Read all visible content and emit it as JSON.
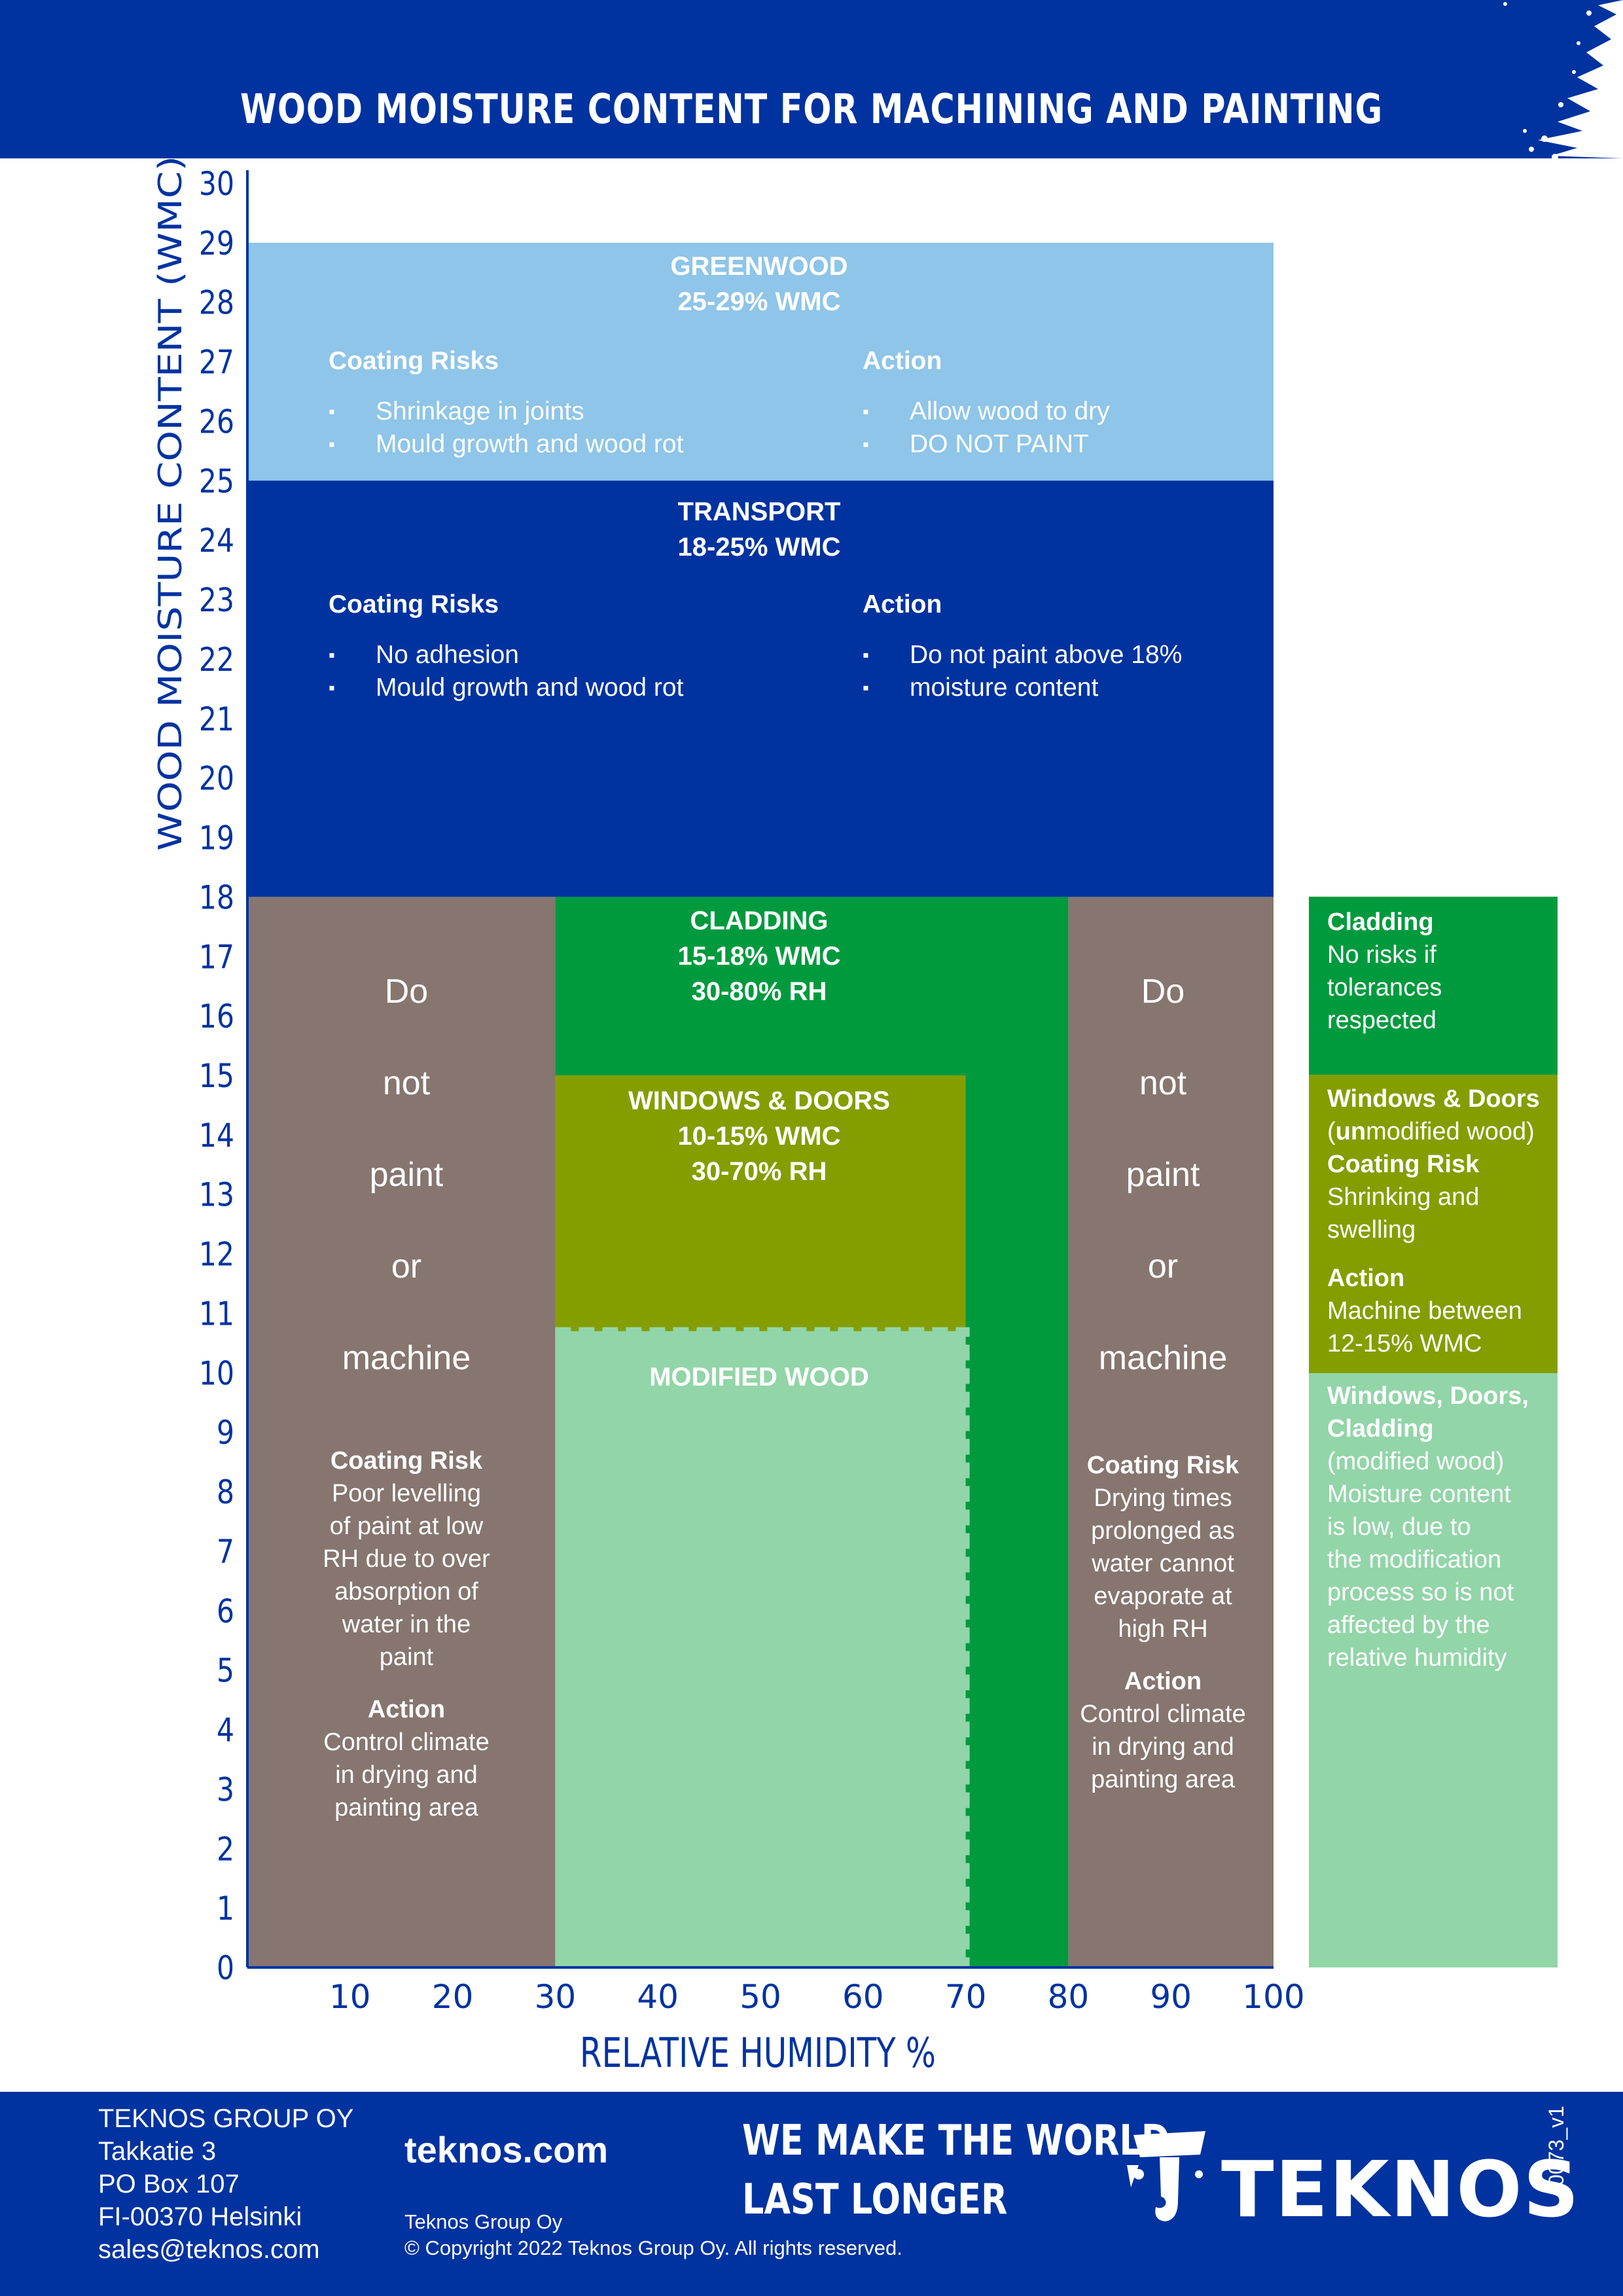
{
  "header": {
    "title": "WOOD MOISTURE CONTENT FOR  MACHINING AND PAINTING"
  },
  "colors": {
    "brand_blue": "#0033a0",
    "greenwood": "#8ec5e8",
    "transport": "#0033a0",
    "do_not_paint": "#86766f",
    "cladding": "#009a3e",
    "windows_doors": "#849e00",
    "modified_wood": "#92d5a8"
  },
  "chart_data": {
    "type": "table",
    "xlabel": "RELATIVE HUMIDITY %",
    "ylabel": "WOOD MOISTURE CONTENT (WMC) %",
    "xlim": [
      0,
      100
    ],
    "ylim": [
      0,
      30
    ],
    "x_ticks": [
      10,
      20,
      30,
      40,
      50,
      60,
      70,
      80,
      90,
      100
    ],
    "y_ticks": [
      0,
      1,
      2,
      3,
      4,
      5,
      6,
      7,
      8,
      9,
      10,
      11,
      12,
      13,
      14,
      15,
      16,
      17,
      18,
      19,
      20,
      21,
      22,
      23,
      24,
      25,
      26,
      27,
      28,
      29,
      30
    ],
    "zones": [
      {
        "id": "greenwood",
        "rh": [
          0,
          100
        ],
        "wmc": [
          25,
          29
        ]
      },
      {
        "id": "transport",
        "rh": [
          0,
          100
        ],
        "wmc": [
          18,
          25
        ]
      },
      {
        "id": "dnp_left",
        "rh": [
          0,
          30
        ],
        "wmc": [
          0,
          18
        ]
      },
      {
        "id": "cladding",
        "rh": [
          30,
          80
        ],
        "wmc": [
          0,
          18
        ]
      },
      {
        "id": "windows_doors",
        "rh": [
          30,
          70
        ],
        "wmc": [
          10.7,
          15
        ]
      },
      {
        "id": "modified_wood",
        "rh": [
          30,
          70
        ],
        "wmc": [
          0,
          10.7
        ]
      },
      {
        "id": "dnp_right",
        "rh": [
          80,
          100
        ],
        "wmc": [
          0,
          18
        ]
      }
    ]
  },
  "greenwood": {
    "title": "GREENWOOD",
    "range": "25-29% WMC",
    "risks_head": "Coating Risks",
    "risks": [
      "Shrinkage in joints",
      "Mould growth and wood rot"
    ],
    "action_head": "Action",
    "actions": [
      "Allow wood to dry",
      "DO NOT PAINT"
    ]
  },
  "transport": {
    "title": "TRANSPORT",
    "range": "18-25% WMC",
    "risks_head": "Coating Risks",
    "risks": [
      "No adhesion",
      "Mould growth and wood rot"
    ],
    "action_head": "Action",
    "actions": [
      "Do not paint above 18%",
      "moisture content"
    ]
  },
  "cladding": {
    "title": "CLADDING",
    "wmc": "15-18% WMC",
    "rh": "30-80% RH"
  },
  "windows_doors": {
    "title": "WINDOWS & DOORS",
    "wmc": "10-15% WMC",
    "rh": "30-70% RH"
  },
  "modified_wood": {
    "title": "MODIFIED WOOD"
  },
  "dnp_left": {
    "words": [
      "Do",
      "not",
      "paint",
      "or",
      "machine"
    ],
    "risk_head": "Coating Risk",
    "risk_lines": [
      "Poor levelling",
      "of paint at low",
      "RH due to over",
      "absorption of",
      "water in the",
      "paint"
    ],
    "action_head": "Action",
    "action_lines": [
      "Control climate",
      "in drying and",
      "painting area"
    ]
  },
  "dnp_right": {
    "words": [
      "Do",
      "not",
      "paint",
      "or",
      "machine"
    ],
    "risk_head": "Coating Risk",
    "risk_lines": [
      "Drying times",
      "prolonged as",
      "water cannot",
      "evaporate at",
      "high RH"
    ],
    "action_head": "Action",
    "action_lines": [
      "Control climate",
      "in drying and",
      "painting area"
    ]
  },
  "side_cladding": {
    "head": "Cladding",
    "lines": [
      "No risks if",
      "tolerances",
      "respected"
    ]
  },
  "side_windows": {
    "head": "Windows & Doors",
    "bold_prefix": "un",
    "paren_text": "modified wood)",
    "paren_open": "(",
    "risk_head": "Coating Risk",
    "risk_lines": [
      "Shrinking and",
      "swelling"
    ],
    "action_head": "Action",
    "action_lines": [
      "Machine between",
      "12-15% WMC"
    ]
  },
  "side_modified": {
    "head_lines": [
      "Windows, Doors,",
      "Cladding"
    ],
    "lines": [
      "(modified wood)",
      "Moisture content",
      "is low, due to",
      "the modification",
      "process so is not",
      "affected by the",
      "relative humidity"
    ]
  },
  "footer": {
    "company": "TEKNOS GROUP OY",
    "address": [
      "Takkatie 3",
      "PO Box 107",
      "FI-00370 Helsinki",
      "sales@teknos.com"
    ],
    "website": "teknos.com",
    "copy_company": "Teknos Group Oy",
    "copyright": "© Copyright 2022 Teknos Group Oy. All rights reserved.",
    "slogan": [
      "WE MAKE THE WORLD",
      "LAST LONGER"
    ],
    "brand": "TEKNOS",
    "doc_code": "0073_v1"
  }
}
